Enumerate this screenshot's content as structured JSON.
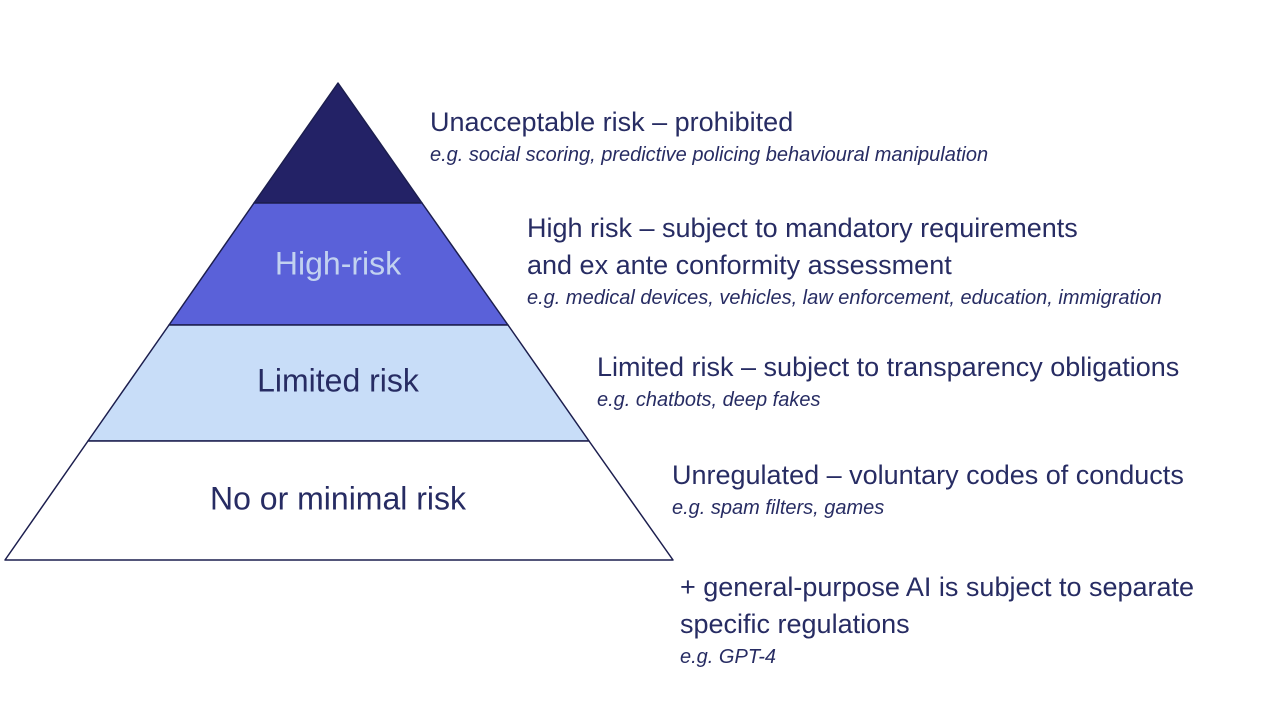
{
  "colors": {
    "background": "#ffffff",
    "outline": "#1c1e4e",
    "text_primary": "#272c63",
    "high_label": "#c2d2f0",
    "tier_unacceptable": "#232266",
    "tier_high": "#5a61d9",
    "tier_limited": "#c8ddf8",
    "tier_minimal": "#ffffff"
  },
  "pyramid": {
    "tiers": [
      {
        "id": "unacceptable",
        "label": "",
        "color": "#232266"
      },
      {
        "id": "high",
        "label": "High-risk",
        "color": "#5a61d9"
      },
      {
        "id": "limited",
        "label": "Limited risk",
        "color": "#c8ddf8"
      },
      {
        "id": "minimal",
        "label": "No or minimal risk",
        "color": "#ffffff"
      }
    ]
  },
  "annotations": [
    {
      "id": "unacceptable",
      "heading_lines": [
        "Unacceptable risk – prohibited"
      ],
      "example": "e.g. social scoring, predictive policing behavioural manipulation"
    },
    {
      "id": "high",
      "heading_lines": [
        "High risk – subject to mandatory requirements",
        "and ex ante conformity assessment"
      ],
      "example": "e.g. medical devices, vehicles, law enforcement, education, immigration"
    },
    {
      "id": "limited",
      "heading_lines": [
        "Limited risk – subject to transparency obligations"
      ],
      "example": "e.g. chatbots, deep fakes"
    },
    {
      "id": "unregulated",
      "heading_lines": [
        "Unregulated – voluntary codes of conducts"
      ],
      "example": "e.g. spam filters, games"
    },
    {
      "id": "general-purpose",
      "heading_lines": [
        "+ general-purpose AI is subject to separate",
        "specific regulations"
      ],
      "example": "e.g. GPT-4"
    }
  ]
}
